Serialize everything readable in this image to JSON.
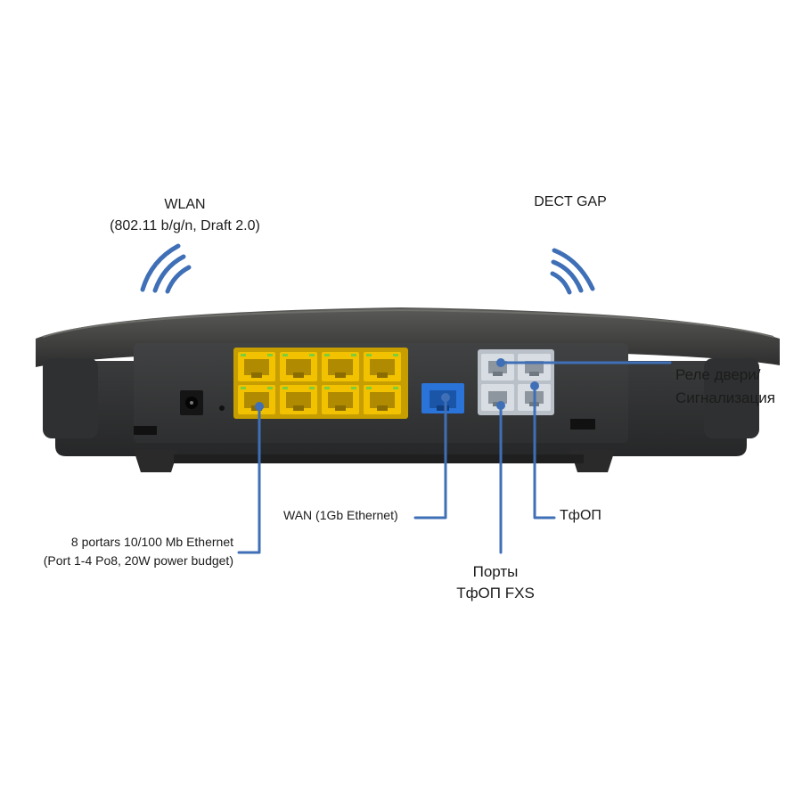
{
  "colors": {
    "accent": "#3f6fb6",
    "ethernet_port": "#f2c200",
    "wan_port": "#2a73d8",
    "fxs_port": "#d8dde3",
    "router_body": "#343536"
  },
  "labels": {
    "wlan": {
      "line1": "WLAN",
      "line2": "(802.11 b/g/n, Draft 2.0)"
    },
    "dect": "DECT GAP",
    "relay": {
      "line1": "Реле двери/",
      "line2": "Сигнализация"
    },
    "ethernet": {
      "line1": "8 portars 10/100 Mb Ethernet",
      "line2": "(Port 1-4 Po8, 20W power budget)"
    },
    "wan": "WAN (1Gb Ethernet)",
    "pstn": "ТфОП",
    "fxs": {
      "line1": "Порты",
      "line2": "ТфОП FXS"
    }
  },
  "icons": [
    "wifi-waves-icon",
    "dect-waves-icon"
  ]
}
